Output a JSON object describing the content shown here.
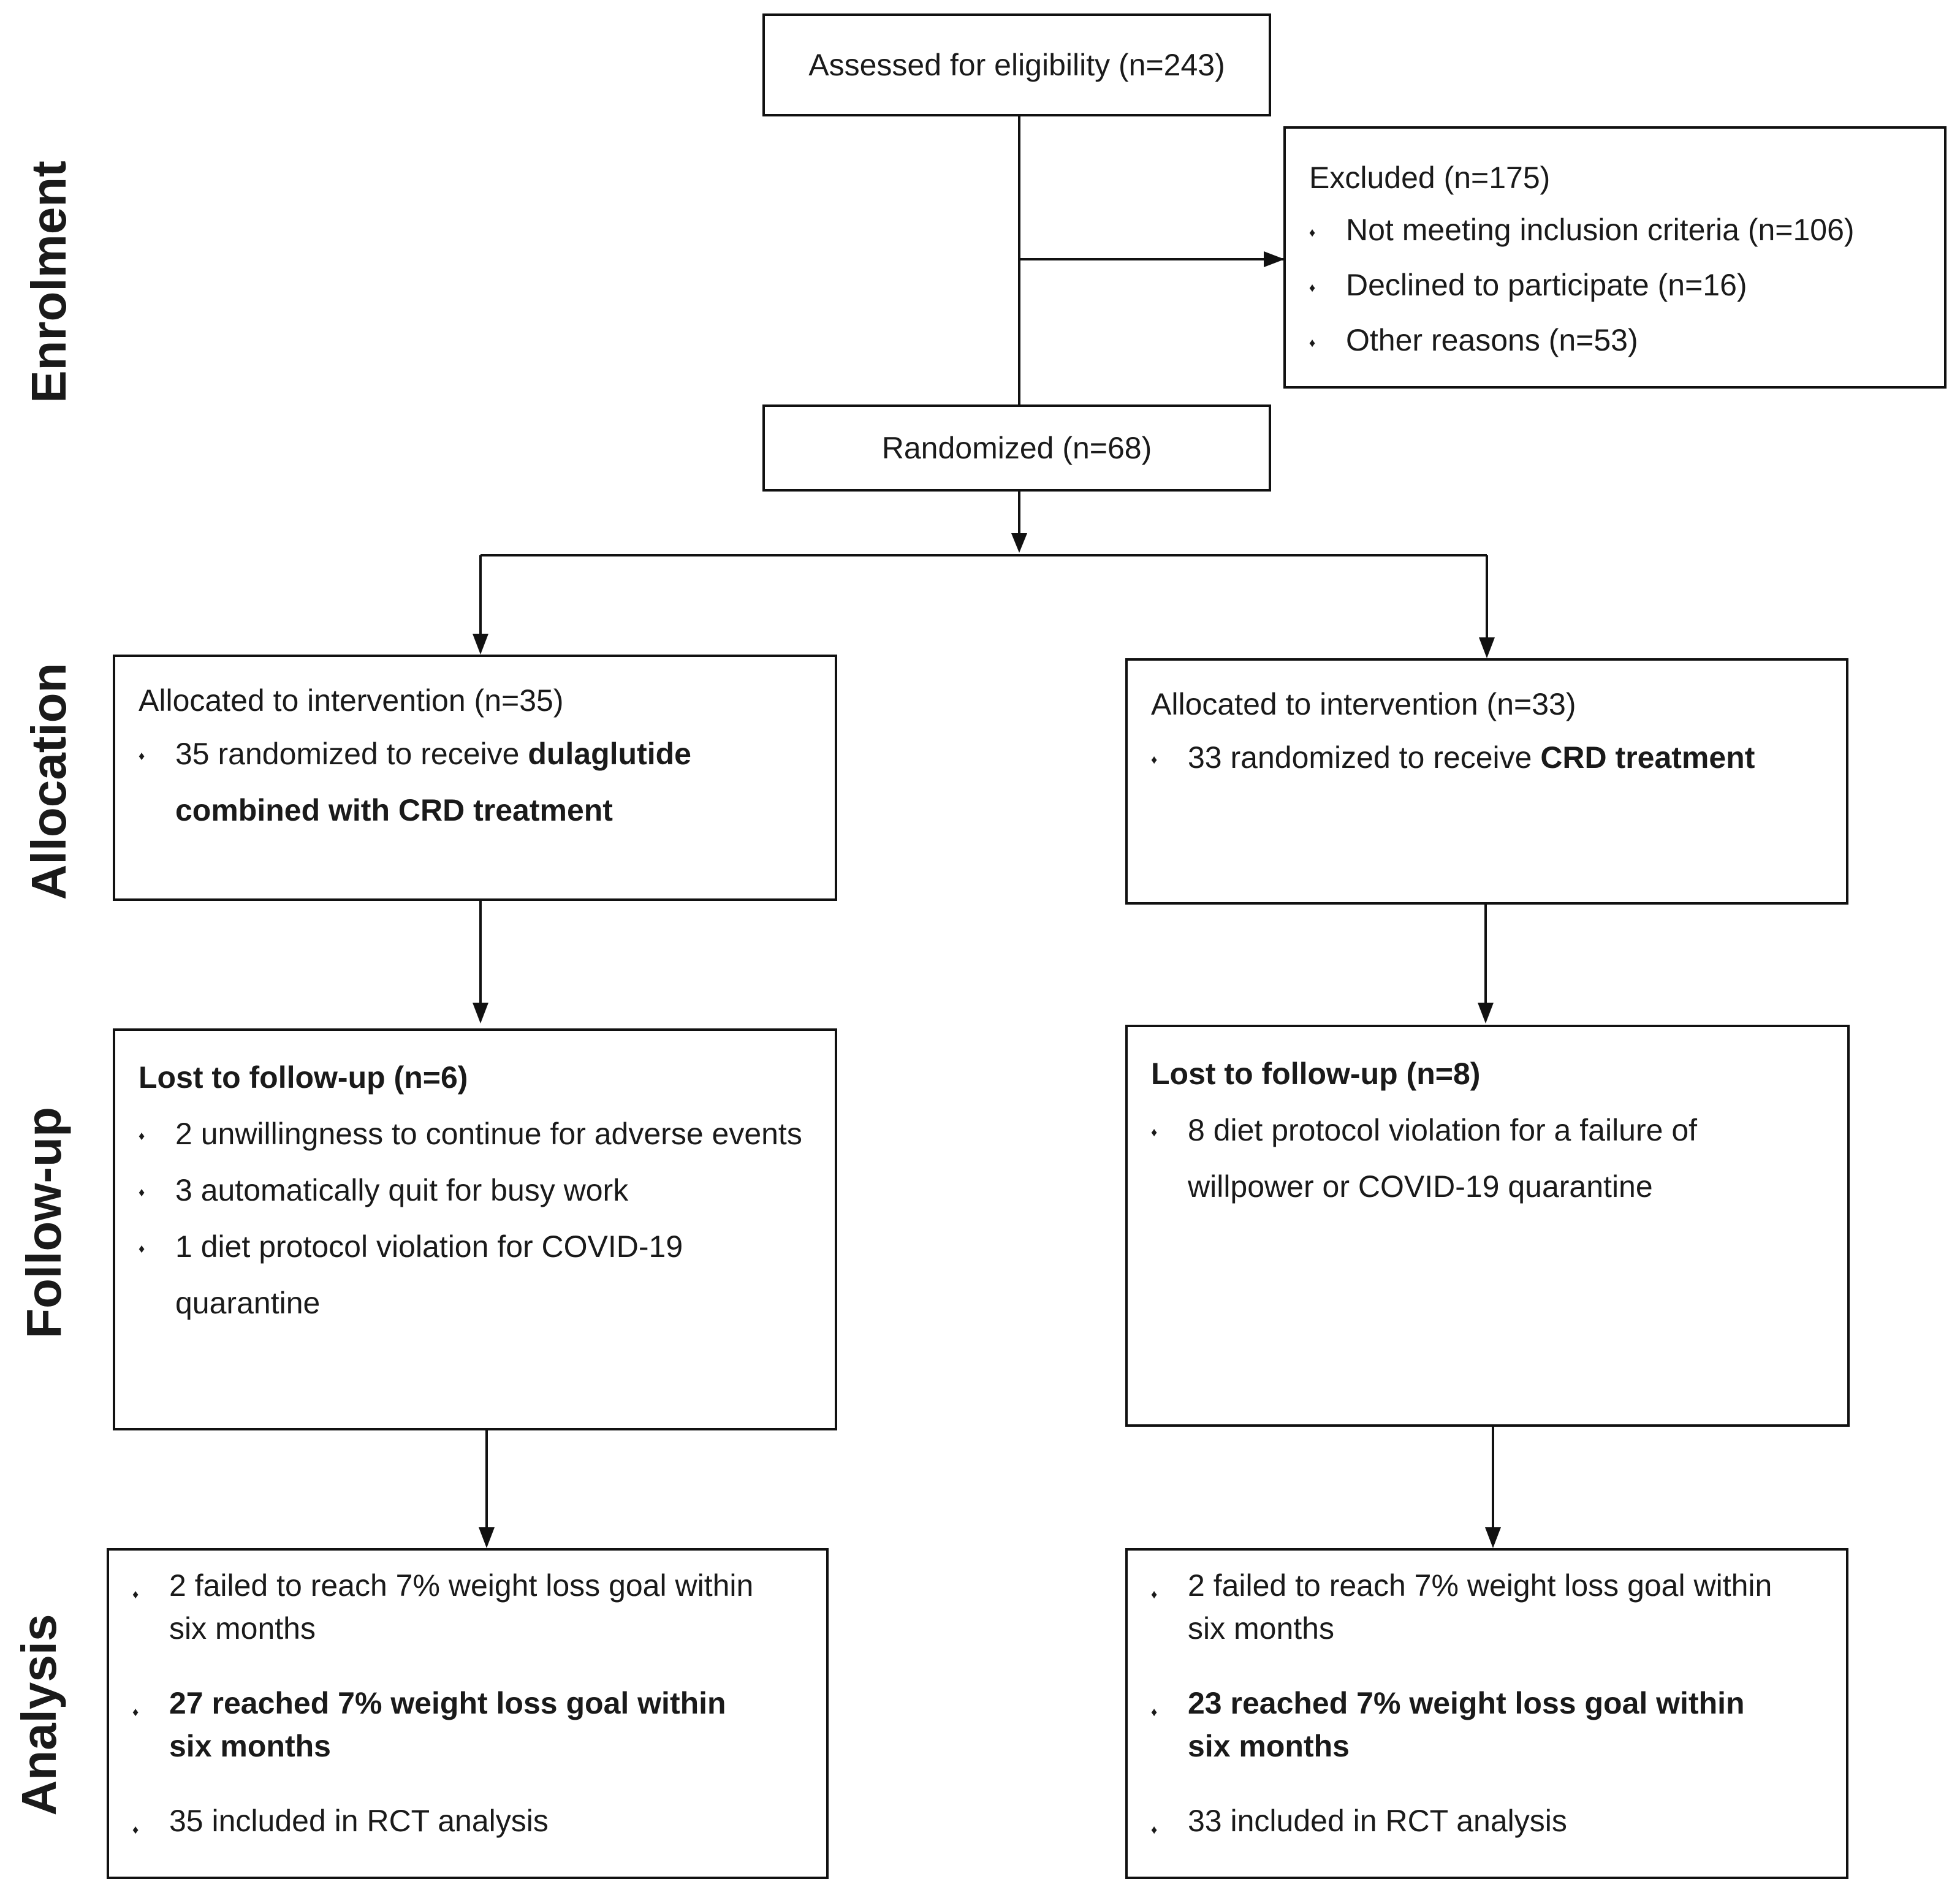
{
  "stages": {
    "enrolment": "Enrolment",
    "allocation": "Allocation",
    "follow_up": "Follow-up",
    "analysis": "Analysis"
  },
  "assessed": "Assessed for eligibility (n=243)",
  "excluded": {
    "title": "Excluded  (n=175)",
    "items": [
      "Not meeting inclusion criteria (n=106)",
      "Declined to participate (n=16)",
      "Other reasons (n=53)"
    ]
  },
  "randomized": "Randomized (n=68)",
  "allocation_left": {
    "title": "Allocated to intervention (n=35)",
    "item_prefix": "35 randomized to receive ",
    "item_bold": "dulaglutide combined with CRD treatment"
  },
  "allocation_right": {
    "title": "Allocated to intervention (n=33)",
    "item_prefix": "33 randomized to receive ",
    "item_bold": "CRD treatment"
  },
  "followup_left": {
    "title": "Lost to follow-up  (n=6)",
    "items": [
      "2 unwillingness to continue for adverse events",
      "3 automatically quit for busy work",
      "1 diet protocol violation for COVID-19 quarantine"
    ]
  },
  "followup_right": {
    "title": "Lost to follow-up  (n=8)",
    "items": [
      "8 diet protocol violation for a failure of willpower or COVID-19 quarantine"
    ]
  },
  "analysis_left": {
    "failed": "2 failed to reach 7% weight loss goal within six months",
    "reached": "27 reached 7% weight loss goal within six months",
    "included": "35 included in RCT analysis"
  },
  "analysis_right": {
    "failed": "2 failed to reach 7% weight loss goal within six months",
    "reached": "23 reached 7% weight loss goal within six months",
    "included": "33 included in RCT analysis"
  }
}
